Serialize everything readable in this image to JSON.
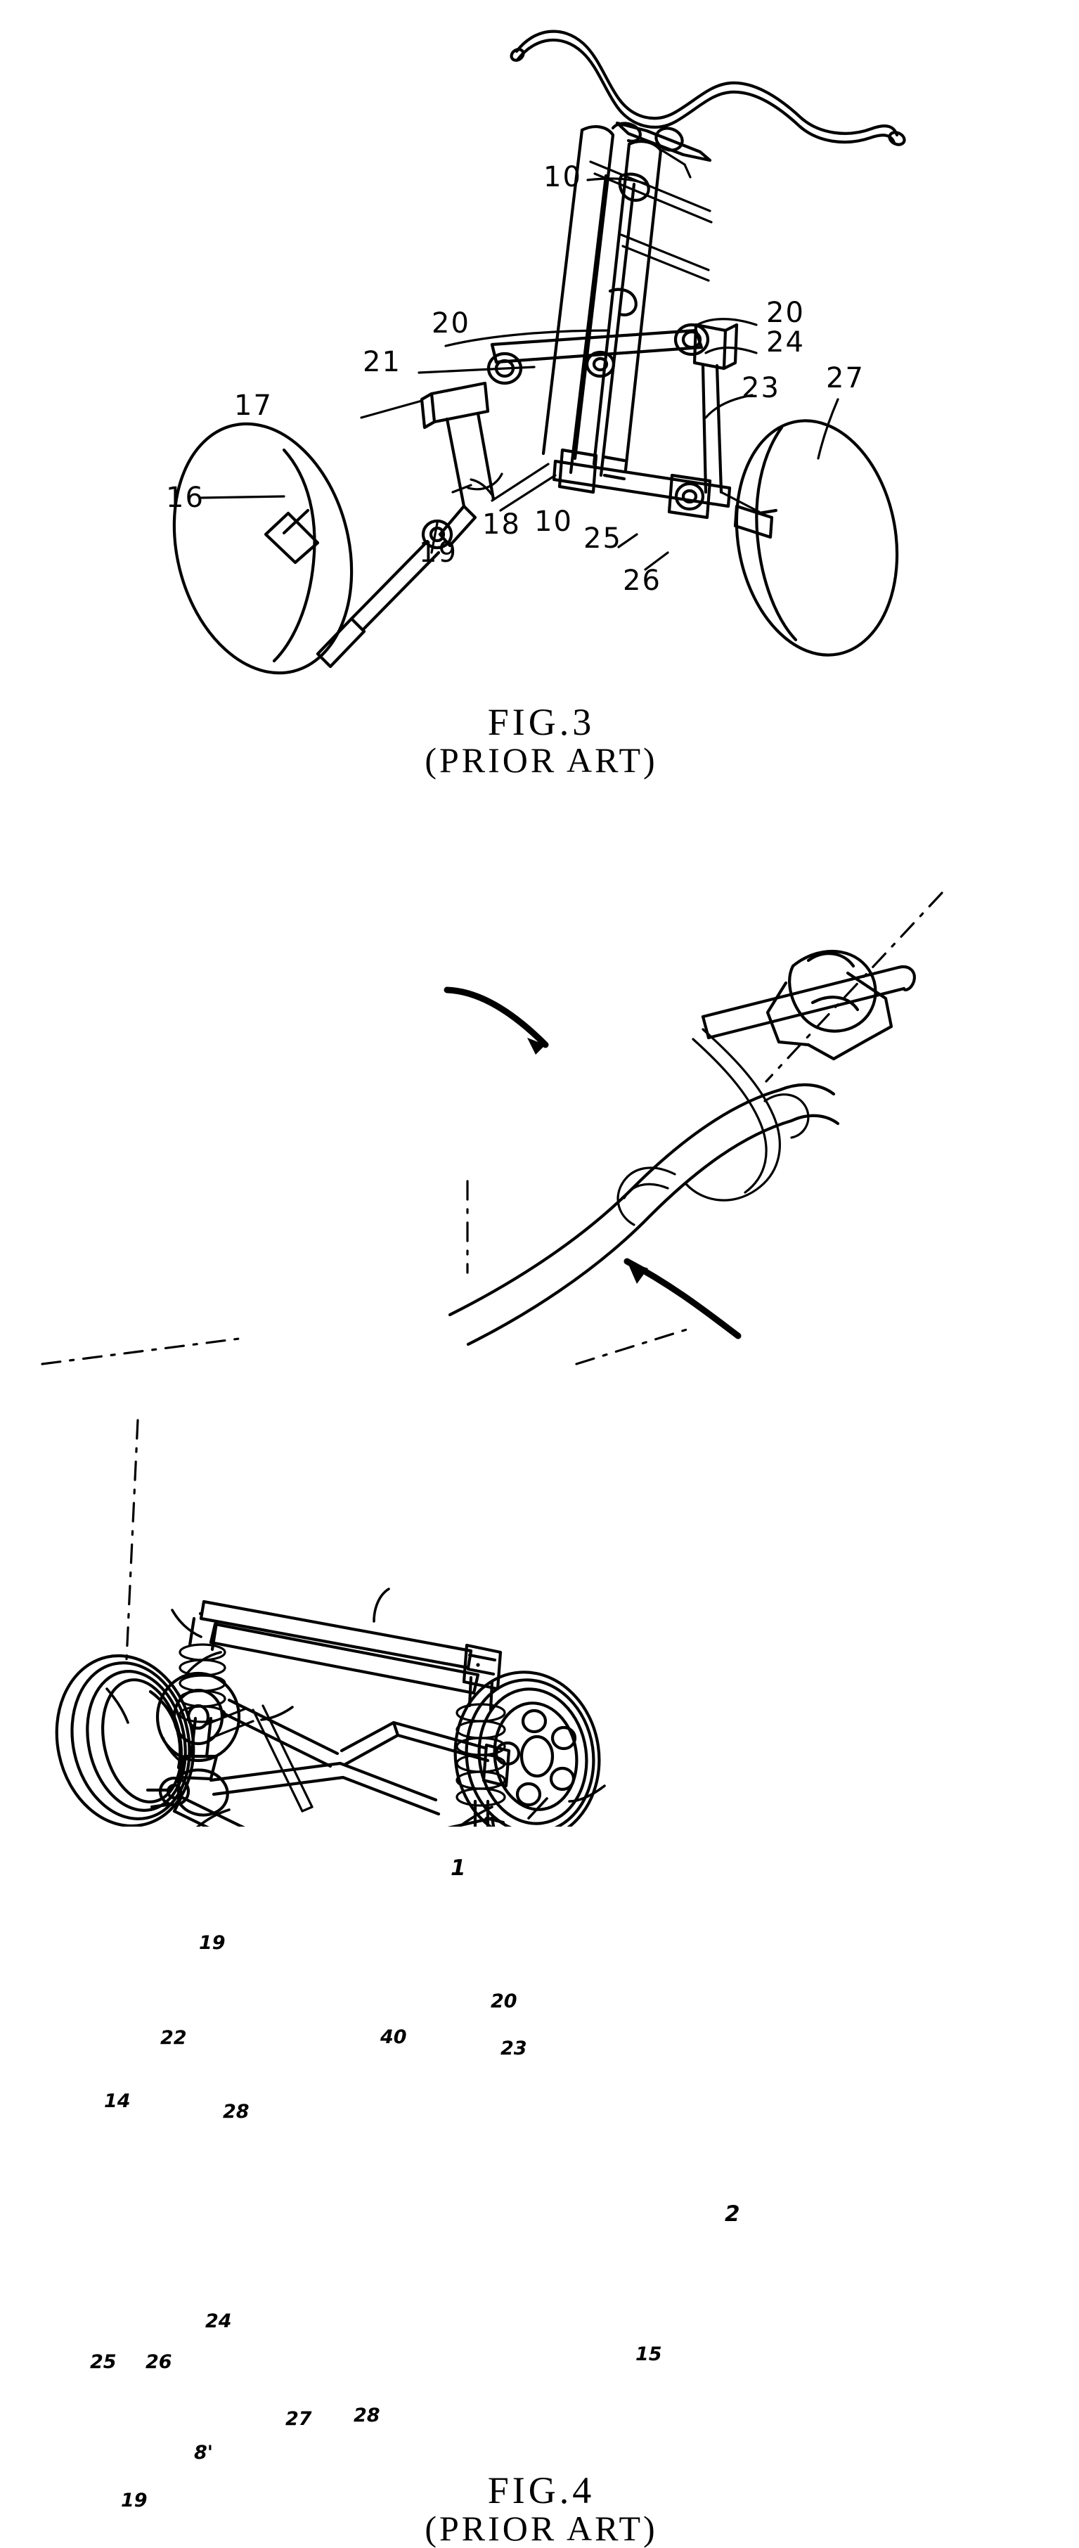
{
  "document": {
    "type": "patent-drawing-sheet",
    "background_color": "#ffffff",
    "ink_color": "#000000"
  },
  "figures": [
    {
      "id": "fig3",
      "caption_main": "FIG.3",
      "caption_sub": "(PRIOR ART)",
      "subject": "Prior art three-wheeled vehicle frame and suspension assembly, perspective line drawing",
      "reference_numerals": [
        {
          "key": "f3-10-top",
          "text": "10"
        },
        {
          "key": "f3-20-left",
          "text": "20"
        },
        {
          "key": "f3-21",
          "text": "21"
        },
        {
          "key": "f3-17",
          "text": "17"
        },
        {
          "key": "f3-20-right",
          "text": "20"
        },
        {
          "key": "f3-24",
          "text": "24"
        },
        {
          "key": "f3-23",
          "text": "23"
        },
        {
          "key": "f3-27",
          "text": "27"
        },
        {
          "key": "f3-16",
          "text": "16"
        },
        {
          "key": "f3-19",
          "text": "19"
        },
        {
          "key": "f3-18",
          "text": "18"
        },
        {
          "key": "f3-10-mid",
          "text": "10"
        },
        {
          "key": "f3-25",
          "text": "25"
        },
        {
          "key": "f3-26",
          "text": "26"
        }
      ]
    },
    {
      "id": "fig4",
      "caption_main": "FIG.4",
      "caption_sub": "(PRIOR ART)",
      "subject": "Prior art vehicle chassis with coil-over spring suspension, wheels and steering column, perspective drawing",
      "reference_numerals": [
        {
          "key": "f4-19-top",
          "text": "19"
        },
        {
          "key": "f4-1",
          "text": "1"
        },
        {
          "key": "f4-20",
          "text": "20"
        },
        {
          "key": "f4-22",
          "text": "22"
        },
        {
          "key": "f4-40",
          "text": "40"
        },
        {
          "key": "f4-23",
          "text": "23"
        },
        {
          "key": "f4-14",
          "text": "14"
        },
        {
          "key": "f4-28",
          "text": "28"
        },
        {
          "key": "f4-2",
          "text": "2"
        },
        {
          "key": "f4-24",
          "text": "24"
        },
        {
          "key": "f4-25",
          "text": "25"
        },
        {
          "key": "f4-26",
          "text": "26"
        },
        {
          "key": "f4-15",
          "text": "15"
        },
        {
          "key": "f4-27",
          "text": "27"
        },
        {
          "key": "f4-28b",
          "text": "28"
        },
        {
          "key": "f4-8prime",
          "text": "8'"
        },
        {
          "key": "f4-19-bot",
          "text": "19"
        }
      ]
    }
  ]
}
